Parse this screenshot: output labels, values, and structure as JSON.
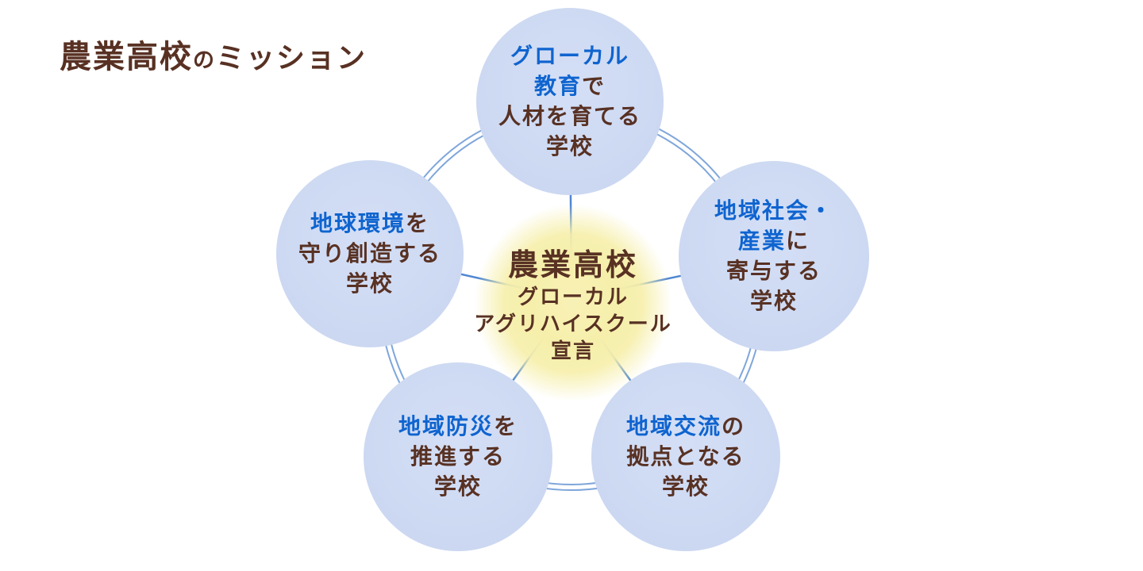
{
  "title": {
    "segments": [
      {
        "text": "農業高校",
        "size": "large"
      },
      {
        "text": "の",
        "size": "small"
      },
      {
        "text": "ミッション",
        "size": "medium"
      }
    ]
  },
  "center": {
    "heading": "農業高校",
    "lines": [
      "グローカル",
      "アグリハイスクール",
      "宣言"
    ]
  },
  "nodes": [
    {
      "id": "glocal-education",
      "lines": [
        [
          {
            "text": "グローカル",
            "color": "blue"
          }
        ],
        [
          {
            "text": "教育",
            "color": "blue"
          },
          {
            "text": "で",
            "color": "brown"
          }
        ],
        [
          {
            "text": "人材を育てる",
            "color": "brown"
          }
        ],
        [
          {
            "text": "学校",
            "color": "brown"
          }
        ]
      ]
    },
    {
      "id": "community-industry",
      "lines": [
        [
          {
            "text": "地域社会・",
            "color": "blue"
          }
        ],
        [
          {
            "text": "産業",
            "color": "blue"
          },
          {
            "text": "に",
            "color": "brown"
          }
        ],
        [
          {
            "text": "寄与する",
            "color": "brown"
          }
        ],
        [
          {
            "text": "学校",
            "color": "brown"
          }
        ]
      ]
    },
    {
      "id": "earth-environment",
      "lines": [
        [
          {
            "text": "地球環境",
            "color": "blue"
          },
          {
            "text": "を",
            "color": "brown"
          }
        ],
        [
          {
            "text": "守り創造する",
            "color": "brown"
          }
        ],
        [
          {
            "text": "学校",
            "color": "brown"
          }
        ]
      ]
    },
    {
      "id": "disaster-prevention",
      "lines": [
        [
          {
            "text": "地域防災",
            "color": "blue"
          },
          {
            "text": "を",
            "color": "brown"
          }
        ],
        [
          {
            "text": "推進する",
            "color": "brown"
          }
        ],
        [
          {
            "text": "学校",
            "color": "brown"
          }
        ]
      ]
    },
    {
      "id": "community-exchange",
      "lines": [
        [
          {
            "text": "地域交流",
            "color": "blue"
          },
          {
            "text": "の",
            "color": "brown"
          }
        ],
        [
          {
            "text": "拠点となる",
            "color": "brown"
          }
        ],
        [
          {
            "text": "学校",
            "color": "brown"
          }
        ]
      ]
    }
  ],
  "colors": {
    "accent_blue": "#0f64cf",
    "text_brown": "#583123",
    "circle_fill": "#cdd9f2",
    "ring_stroke": "#7fa6db",
    "spoke_stroke": "#4f87d2",
    "glow_core": "#f6efab",
    "background": "#ffffff"
  }
}
